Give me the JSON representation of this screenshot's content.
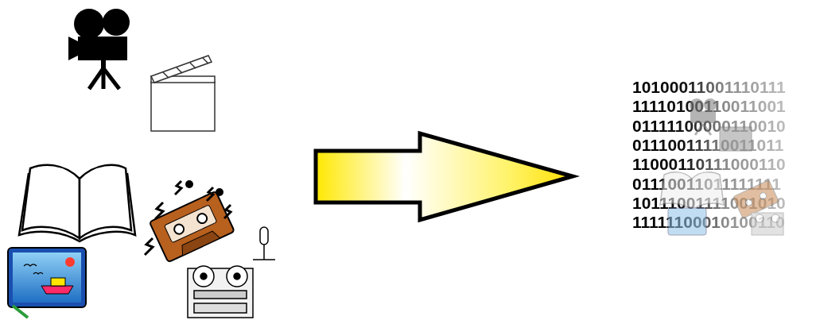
{
  "diagram": {
    "labels": [
      "10100011001110111",
      "11110100110011001",
      "01111100000110010",
      "01110011110011011",
      "11000110111000110",
      "01110011011111111",
      "10111001111001010",
      "11111100010100110"
    ]
  }
}
